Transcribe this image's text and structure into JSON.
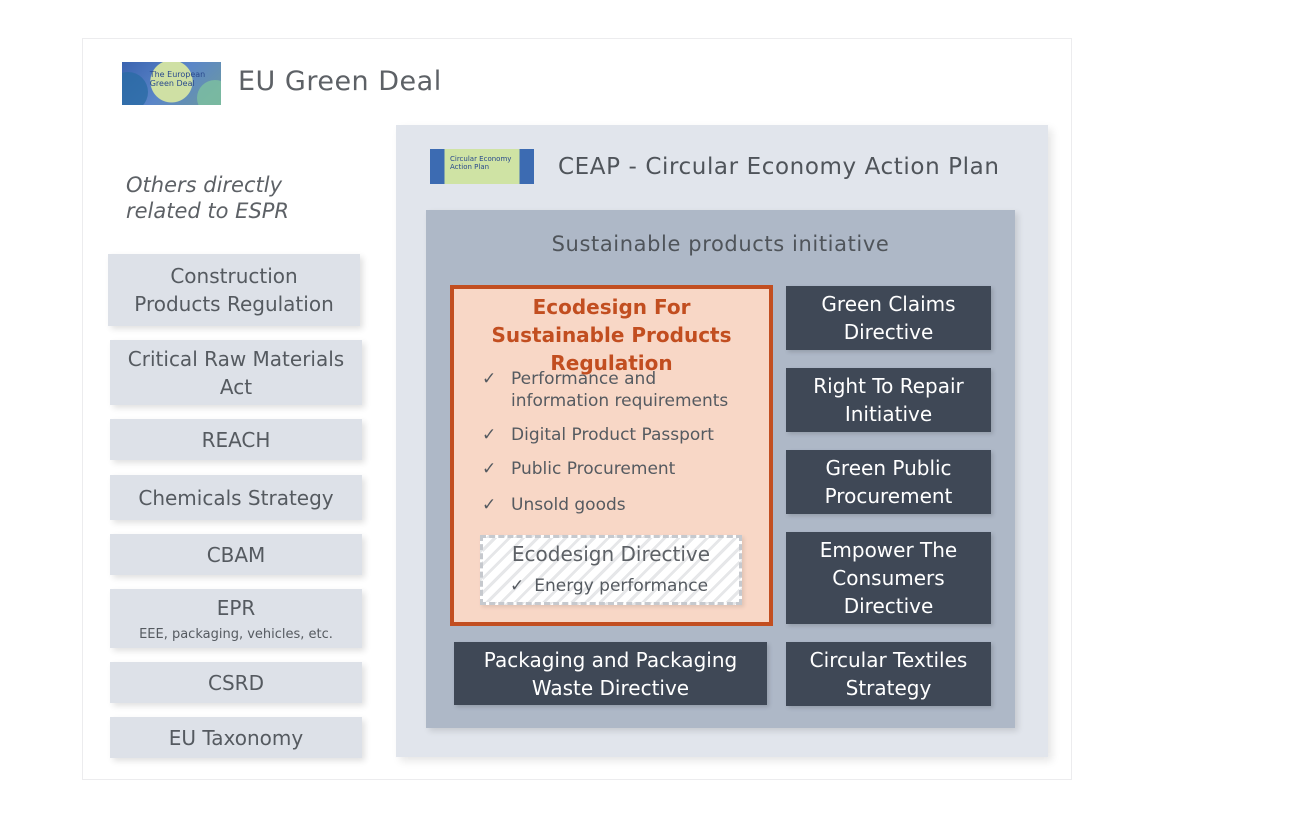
{
  "green_deal": {
    "title": "EU Green Deal",
    "logo_text": "The European Green Deal"
  },
  "others": {
    "title": "Others directly related to ESPR",
    "items": [
      {
        "label": "Construction Products Regulation",
        "sub": ""
      },
      {
        "label": "Critical Raw Materials Act",
        "sub": ""
      },
      {
        "label": "REACH",
        "sub": ""
      },
      {
        "label": "Chemicals Strategy",
        "sub": ""
      },
      {
        "label": "CBAM",
        "sub": ""
      },
      {
        "label": "EPR",
        "sub": "EEE, packaging, vehicles, etc."
      },
      {
        "label": "CSRD",
        "sub": ""
      },
      {
        "label": "EU Taxonomy",
        "sub": ""
      }
    ]
  },
  "ceap": {
    "title": "CEAP - Circular Economy Action Plan",
    "logo_text": "Circular Economy Action Plan"
  },
  "spi": {
    "title": "Sustainable products initiative"
  },
  "espr": {
    "title": "Ecodesign For Sustainable Products Regulation",
    "check_symbol": "✓",
    "items": [
      "Performance and information requirements",
      "Digital Product Passport",
      "Public Procurement",
      "Unsold goods"
    ],
    "ecodesign_directive": {
      "title": "Ecodesign Directive",
      "item": "Energy performance"
    }
  },
  "directives": [
    "Green Claims Directive",
    "Right To Repair Initiative",
    "Green Public Procurement",
    "Empower The Consumers Directive",
    "Packaging and Packaging Waste Directive",
    "Circular Textiles Strategy"
  ],
  "colors": {
    "espr_accent": "#c24e20",
    "espr_fill": "#f8d7c6",
    "dark_box": "#3f4856",
    "light_box": "#dde1e8",
    "spi_fill": "#aeb8c7",
    "ceap_fill": "#e1e5ec"
  }
}
